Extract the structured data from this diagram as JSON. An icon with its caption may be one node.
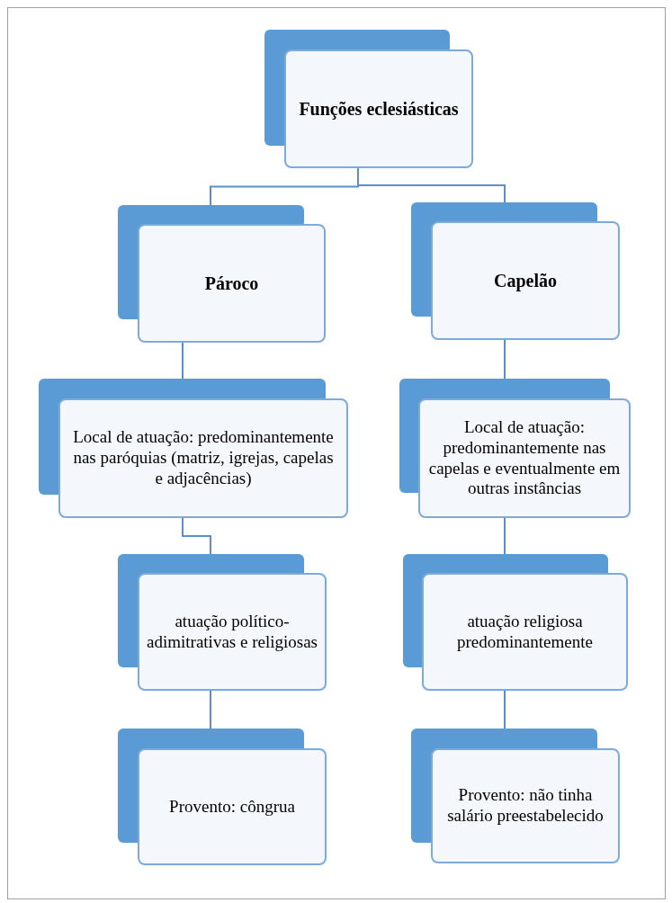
{
  "diagram": {
    "nodes": [
      {
        "text": [
          "Funções eclesiásticas"
        ]
      },
      {
        "text": [
          "Pároco"
        ]
      },
      {
        "text": [
          "Capelão"
        ]
      },
      {
        "text": [
          "Local de atuação: predominantemente nas paróquias (matriz, igrejas, capelas e adjacências)"
        ]
      },
      {
        "text": [
          "Local de atuação: predominantemente nas capelas e eventualmente em outras instâncias"
        ]
      },
      {
        "text": [
          "atuação político-adimitrativas e religiosas"
        ]
      },
      {
        "text": [
          "atuação religiosa predominantemente"
        ]
      },
      {
        "text": [
          "Provento: côngrua"
        ]
      },
      {
        "text": [
          "Provento: não tinha salário preestabelecido"
        ]
      }
    ],
    "edges": [
      {
        "from": 0,
        "to": 1,
        "arrow": "none"
      },
      {
        "from": 0,
        "to": 2,
        "arrow": "none"
      },
      {
        "from": 1,
        "to": 3,
        "arrow": "none"
      },
      {
        "from": 2,
        "to": 4,
        "arrow": "none"
      },
      {
        "from": 3,
        "to": 5,
        "arrow": "none"
      },
      {
        "from": 4,
        "to": 6,
        "arrow": "none"
      },
      {
        "from": 5,
        "to": 7,
        "arrow": "none"
      },
      {
        "from": 6,
        "to": 8,
        "arrow": "none"
      }
    ]
  }
}
